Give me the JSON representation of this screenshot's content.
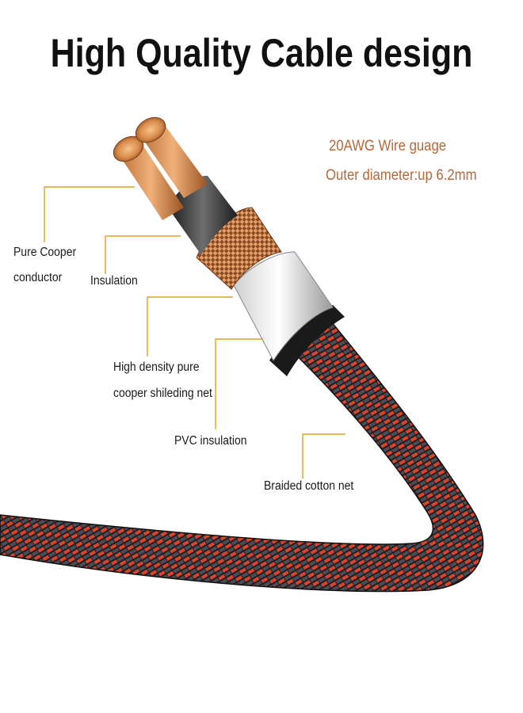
{
  "title": "High Quality Cable design",
  "specs": {
    "wire_gauge": "20AWG Wire guage",
    "outer_diameter": "Outer diameter:up 6.2mm"
  },
  "labels": {
    "conductor_line1": "Pure Cooper",
    "conductor_line2": "conductor",
    "insulation": "Insulation",
    "shield_line1": "High density pure",
    "shield_line2": "cooper shileding net",
    "pvc": "PVC insulation",
    "braid": "Braided cotton net"
  },
  "colors": {
    "title": "#111111",
    "spec_text": "#b5683a",
    "leader_line": "#e0a21c",
    "braid_red": "#d9442c",
    "braid_dark": "#1f1f24",
    "copper": "#d88a4a"
  }
}
